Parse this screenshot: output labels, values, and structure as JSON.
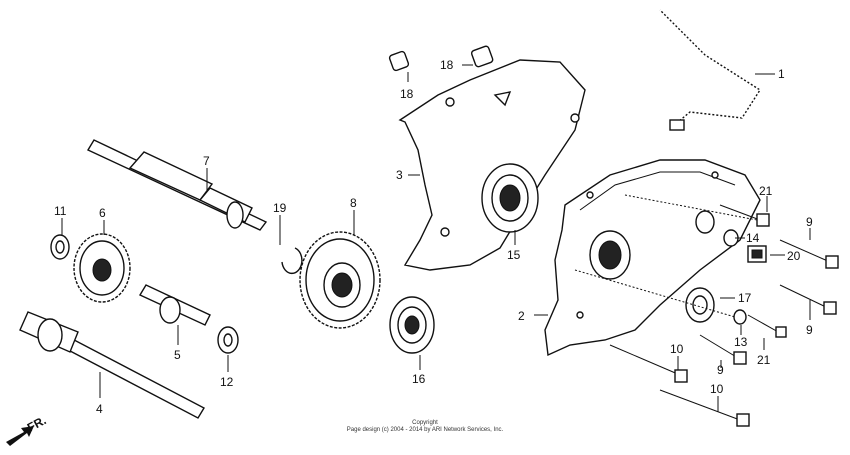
{
  "callouts": {
    "c1": "1",
    "c2": "2",
    "c3": "3",
    "c4": "4",
    "c5": "5",
    "c6": "6",
    "c7": "7",
    "c8": "8",
    "c9a": "9",
    "c9b": "9",
    "c9c": "9",
    "c10a": "10",
    "c10b": "10",
    "c11": "11",
    "c12": "12",
    "c13": "13",
    "c14": "14",
    "c15": "15",
    "c16": "16",
    "c17": "17",
    "c18a": "18",
    "c18b": "18",
    "c19": "19",
    "c20": "20",
    "c21a": "21",
    "c21b": "21"
  },
  "front_marker": "FR.",
  "copyright": {
    "line1": "Copyright",
    "line2": "Page design (c) 2004 - 2014 by ARI Network Services, Inc."
  }
}
